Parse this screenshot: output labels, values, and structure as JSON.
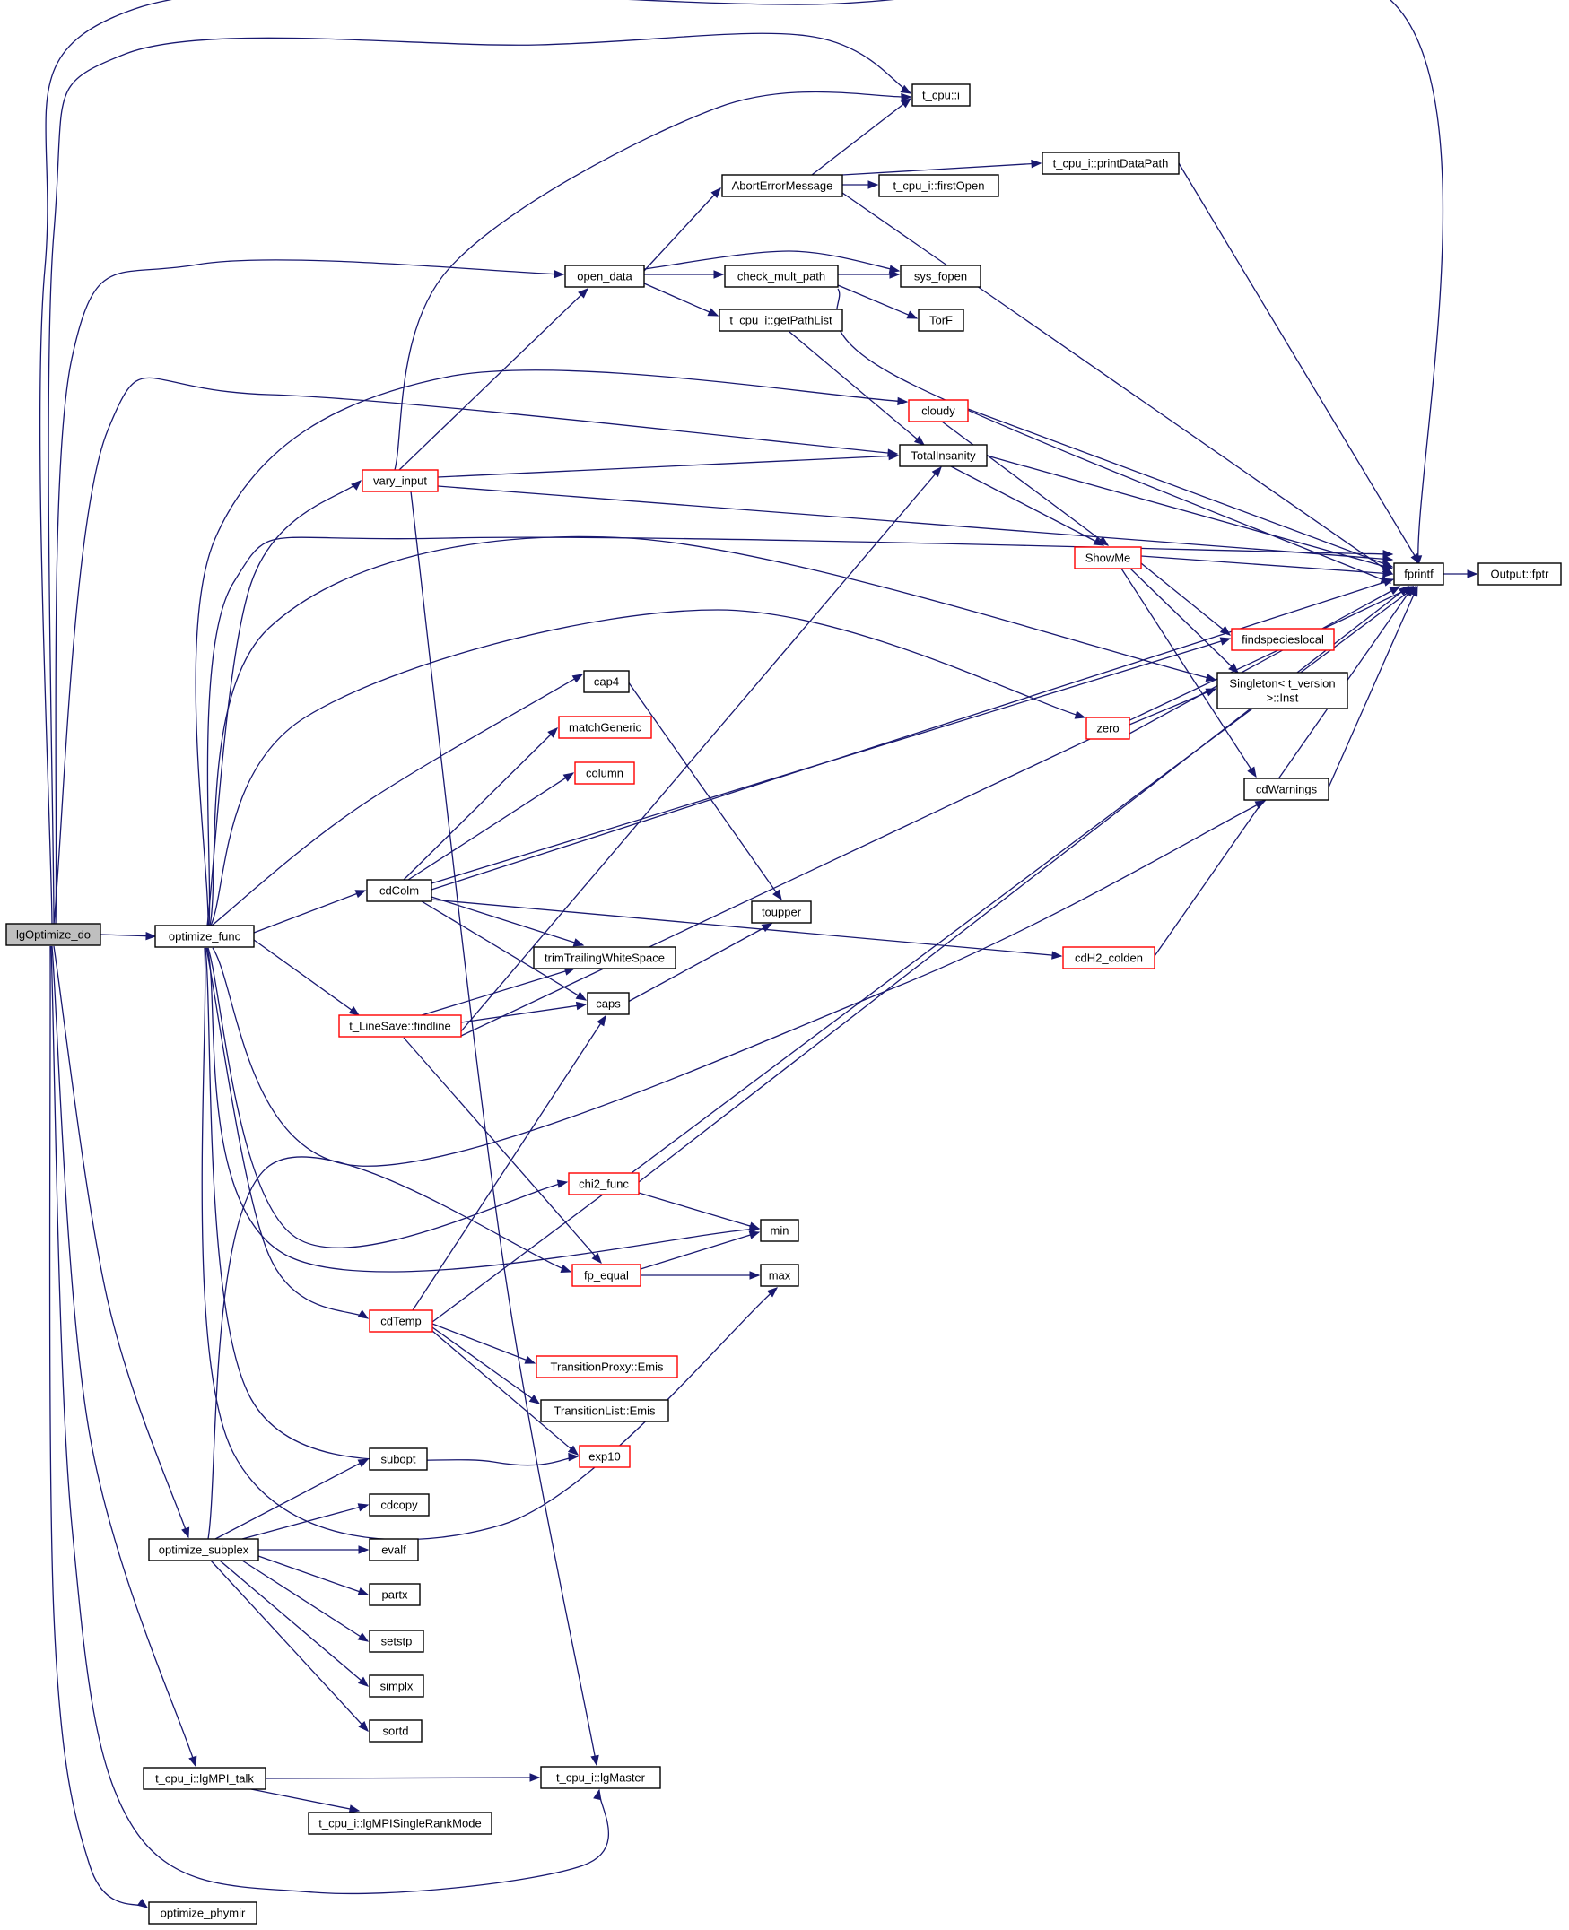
{
  "graph": {
    "title": "",
    "colors": {
      "edge": "#191970",
      "plain_border": "#000000",
      "truncated_border": "#ff0000",
      "root_fill": "#bfbfbf",
      "node_fill": "#ffffff"
    },
    "nodes": [
      {
        "id": "lgOptimize_do",
        "label": "lgOptimize_do",
        "style": "root"
      },
      {
        "id": "optimize_func",
        "label": "optimize_func",
        "style": "plain"
      },
      {
        "id": "optimize_subplex",
        "label": "optimize_subplex",
        "style": "plain"
      },
      {
        "id": "lgMPI_talk",
        "label": "t_cpu_i::lgMPI_talk",
        "style": "plain"
      },
      {
        "id": "optimize_phymir",
        "label": "optimize_phymir",
        "style": "plain"
      },
      {
        "id": "vary_input",
        "label": "vary_input",
        "style": "red"
      },
      {
        "id": "cdColm",
        "label": "cdColm",
        "style": "plain"
      },
      {
        "id": "findline",
        "label": "t_LineSave::findline",
        "style": "red"
      },
      {
        "id": "cdTemp",
        "label": "cdTemp",
        "style": "red"
      },
      {
        "id": "subopt",
        "label": "subopt",
        "style": "plain"
      },
      {
        "id": "cdcopy",
        "label": "cdcopy",
        "style": "plain"
      },
      {
        "id": "evalf",
        "label": "evalf",
        "style": "plain"
      },
      {
        "id": "partx",
        "label": "partx",
        "style": "plain"
      },
      {
        "id": "setstp",
        "label": "setstp",
        "style": "plain"
      },
      {
        "id": "simplx",
        "label": "simplx",
        "style": "plain"
      },
      {
        "id": "sortd",
        "label": "sortd",
        "style": "plain"
      },
      {
        "id": "open_data",
        "label": "open_data",
        "style": "plain"
      },
      {
        "id": "cap4",
        "label": "cap4",
        "style": "plain"
      },
      {
        "id": "matchGeneric",
        "label": "matchGeneric",
        "style": "red"
      },
      {
        "id": "column",
        "label": "column",
        "style": "red"
      },
      {
        "id": "trimTrailingWhiteSpace",
        "label": "trimTrailingWhiteSpace",
        "style": "plain"
      },
      {
        "id": "caps",
        "label": "caps",
        "style": "plain"
      },
      {
        "id": "chi2_func",
        "label": "chi2_func",
        "style": "red"
      },
      {
        "id": "fp_equal",
        "label": "fp_equal",
        "style": "red"
      },
      {
        "id": "TransitionProxyEmis",
        "label": "TransitionProxy::Emis",
        "style": "red"
      },
      {
        "id": "TransitionListEmis",
        "label": "TransitionList::Emis",
        "style": "plain"
      },
      {
        "id": "exp10",
        "label": "exp10",
        "style": "red"
      },
      {
        "id": "lgMaster",
        "label": "t_cpu_i::lgMaster",
        "style": "plain"
      },
      {
        "id": "lgMPISingleRankMode",
        "label": "t_cpu_i::lgMPISingleRankMode",
        "style": "plain"
      },
      {
        "id": "AbortErrorMessage",
        "label": "AbortErrorMessage",
        "style": "plain"
      },
      {
        "id": "check_mult_path",
        "label": "check_mult_path",
        "style": "plain"
      },
      {
        "id": "getPathList",
        "label": "t_cpu_i::getPathList",
        "style": "plain"
      },
      {
        "id": "toupper",
        "label": "toupper",
        "style": "plain"
      },
      {
        "id": "min",
        "label": "min",
        "style": "plain"
      },
      {
        "id": "max",
        "label": "max",
        "style": "plain"
      },
      {
        "id": "t_cpu_i",
        "label": "t_cpu::i",
        "style": "plain"
      },
      {
        "id": "firstOpen",
        "label": "t_cpu_i::firstOpen",
        "style": "plain"
      },
      {
        "id": "sys_fopen",
        "label": "sys_fopen",
        "style": "plain"
      },
      {
        "id": "TorF",
        "label": "TorF",
        "style": "plain"
      },
      {
        "id": "cloudy",
        "label": "cloudy",
        "style": "red"
      },
      {
        "id": "TotalInsanity",
        "label": "TotalInsanity",
        "style": "plain"
      },
      {
        "id": "printDataPath",
        "label": "t_cpu_i::printDataPath",
        "style": "plain"
      },
      {
        "id": "ShowMe",
        "label": "ShowMe",
        "style": "red"
      },
      {
        "id": "zero",
        "label": "zero",
        "style": "red"
      },
      {
        "id": "cdH2_colden",
        "label": "cdH2_colden",
        "style": "red"
      },
      {
        "id": "findspecieslocal",
        "label": "findspecieslocal",
        "style": "red"
      },
      {
        "id": "SingletonInst",
        "label": [
          "Singleton< t_version",
          ">::Inst"
        ],
        "style": "plain"
      },
      {
        "id": "cdWarnings",
        "label": "cdWarnings",
        "style": "plain"
      },
      {
        "id": "fprintf",
        "label": "fprintf",
        "style": "plain"
      },
      {
        "id": "OutputFptr",
        "label": "Output::fptr",
        "style": "plain"
      }
    ],
    "edges": [
      [
        "lgOptimize_do",
        "optimize_func"
      ],
      [
        "lgOptimize_do",
        "t_cpu_i"
      ],
      [
        "lgOptimize_do",
        "fprintf"
      ],
      [
        "lgOptimize_do",
        "open_data"
      ],
      [
        "lgOptimize_do",
        "TotalInsanity"
      ],
      [
        "lgOptimize_do",
        "optimize_subplex"
      ],
      [
        "lgOptimize_do",
        "lgMPI_talk"
      ],
      [
        "lgOptimize_do",
        "lgMaster"
      ],
      [
        "lgOptimize_do",
        "optimize_phymir"
      ],
      [
        "optimize_func",
        "cloudy"
      ],
      [
        "optimize_func",
        "fprintf"
      ],
      [
        "optimize_func",
        "SingletonInst"
      ],
      [
        "optimize_func",
        "zero"
      ],
      [
        "optimize_func",
        "cap4"
      ],
      [
        "optimize_func",
        "cdColm"
      ],
      [
        "optimize_func",
        "vary_input"
      ],
      [
        "optimize_func",
        "findline"
      ],
      [
        "optimize_func",
        "chi2_func"
      ],
      [
        "optimize_func",
        "min"
      ],
      [
        "optimize_func",
        "cdTemp"
      ],
      [
        "optimize_func",
        "exp10"
      ],
      [
        "optimize_func",
        "max"
      ],
      [
        "optimize_func",
        "cdWarnings"
      ],
      [
        "vary_input",
        "t_cpu_i"
      ],
      [
        "vary_input",
        "open_data"
      ],
      [
        "vary_input",
        "TotalInsanity"
      ],
      [
        "vary_input",
        "fprintf"
      ],
      [
        "vary_input",
        "lgMaster"
      ],
      [
        "open_data",
        "AbortErrorMessage"
      ],
      [
        "open_data",
        "check_mult_path"
      ],
      [
        "open_data",
        "sys_fopen"
      ],
      [
        "open_data",
        "getPathList"
      ],
      [
        "AbortErrorMessage",
        "t_cpu_i"
      ],
      [
        "AbortErrorMessage",
        "firstOpen"
      ],
      [
        "AbortErrorMessage",
        "printDataPath"
      ],
      [
        "AbortErrorMessage",
        "fprintf"
      ],
      [
        "check_mult_path",
        "sys_fopen"
      ],
      [
        "check_mult_path",
        "TorF"
      ],
      [
        "check_mult_path",
        "fprintf"
      ],
      [
        "getPathList",
        "TotalInsanity"
      ],
      [
        "printDataPath",
        "fprintf"
      ],
      [
        "cloudy",
        "fprintf"
      ],
      [
        "cloudy",
        "ShowMe"
      ],
      [
        "TotalInsanity",
        "fprintf"
      ],
      [
        "TotalInsanity",
        "ShowMe"
      ],
      [
        "ShowMe",
        "fprintf"
      ],
      [
        "ShowMe",
        "findspecieslocal"
      ],
      [
        "ShowMe",
        "SingletonInst"
      ],
      [
        "ShowMe",
        "cdWarnings"
      ],
      [
        "zero",
        "SingletonInst"
      ],
      [
        "zero",
        "fprintf"
      ],
      [
        "cdWarnings",
        "fprintf"
      ],
      [
        "fprintf",
        "OutputFptr"
      ],
      [
        "cap4",
        "toupper"
      ],
      [
        "cdColm",
        "matchGeneric"
      ],
      [
        "cdColm",
        "column"
      ],
      [
        "cdColm",
        "findspecieslocal"
      ],
      [
        "cdColm",
        "fprintf"
      ],
      [
        "cdColm",
        "trimTrailingWhiteSpace"
      ],
      [
        "cdColm",
        "caps"
      ],
      [
        "cdColm",
        "cdH2_colden"
      ],
      [
        "cdH2_colden",
        "fprintf"
      ],
      [
        "caps",
        "toupper"
      ],
      [
        "findline",
        "trimTrailingWhiteSpace"
      ],
      [
        "findline",
        "caps"
      ],
      [
        "findline",
        "TotalInsanity"
      ],
      [
        "findline",
        "fprintf"
      ],
      [
        "findline",
        "fp_equal"
      ],
      [
        "chi2_func",
        "fprintf"
      ],
      [
        "chi2_func",
        "min"
      ],
      [
        "fp_equal",
        "min"
      ],
      [
        "fp_equal",
        "max"
      ],
      [
        "cdTemp",
        "caps"
      ],
      [
        "cdTemp",
        "fprintf"
      ],
      [
        "cdTemp",
        "TransitionProxyEmis"
      ],
      [
        "cdTemp",
        "TransitionListEmis"
      ],
      [
        "cdTemp",
        "exp10"
      ],
      [
        "optimize_subplex",
        "fp_equal"
      ],
      [
        "optimize_subplex",
        "subopt"
      ],
      [
        "optimize_subplex",
        "cdcopy"
      ],
      [
        "optimize_subplex",
        "evalf"
      ],
      [
        "optimize_subplex",
        "partx"
      ],
      [
        "optimize_subplex",
        "setstp"
      ],
      [
        "optimize_subplex",
        "simplx"
      ],
      [
        "optimize_subplex",
        "sortd"
      ],
      [
        "lgMPI_talk",
        "lgMaster"
      ],
      [
        "lgMPI_talk",
        "lgMPISingleRankMode"
      ]
    ]
  }
}
